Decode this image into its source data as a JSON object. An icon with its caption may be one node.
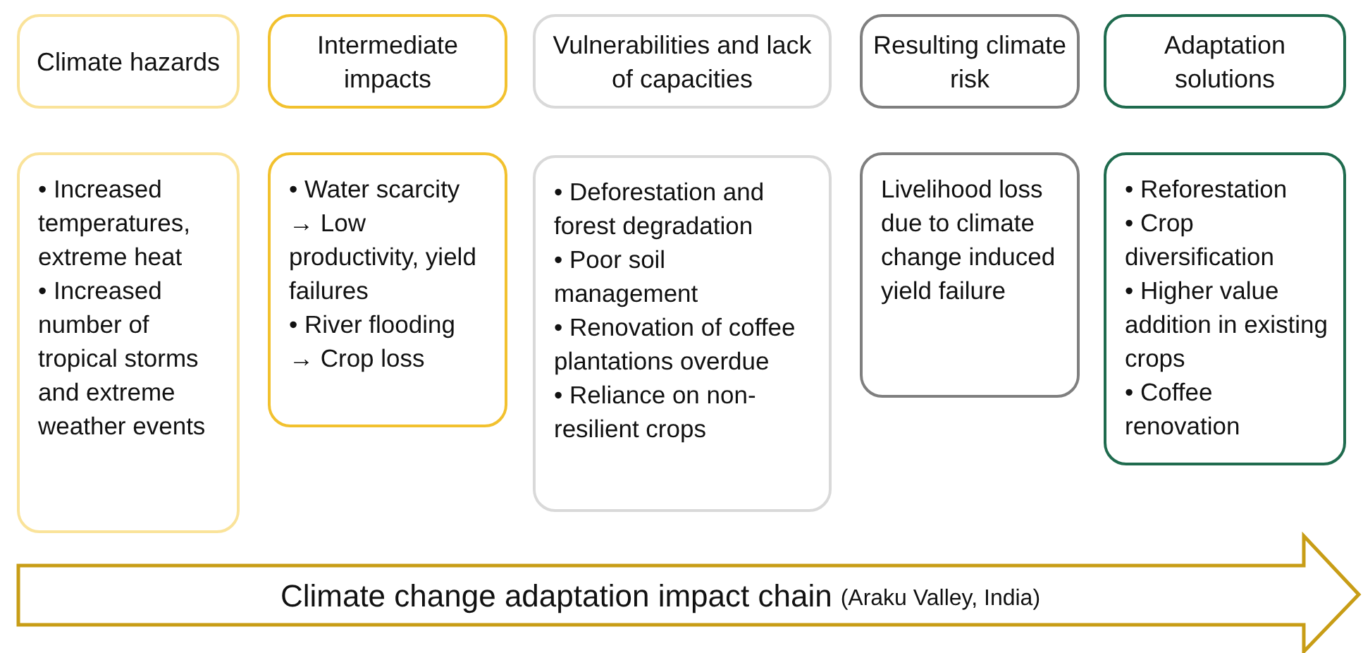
{
  "diagram": {
    "nodes": [
      {
        "text": [
          "Climate hazards"
        ]
      },
      {
        "text": [
          "Intermediate impacts"
        ]
      },
      {
        "text": [
          "Vulnerabilities and lack of capacities"
        ]
      },
      {
        "text": [
          "Resulting climate risk"
        ]
      },
      {
        "text": [
          "Adaptation solutions"
        ]
      },
      {
        "text": [
          "• Increased temperatures, extreme heat",
          "• Increased number of tropical storms and extreme weather events"
        ]
      },
      {
        "text": [
          "• Water scarcity",
          "→ Low productivity, yield failures",
          "• River flooding",
          "→ Crop loss"
        ]
      },
      {
        "text": [
          "• Deforestation and forest degradation",
          "• Poor soil management",
          "• Renovation of coffee plantations overdue",
          "• Reliance on non-resilient crops"
        ]
      },
      {
        "text": [
          "Livelihood loss due to climate change induced yield failure"
        ]
      },
      {
        "text": [
          "• Reforestation",
          "• Crop diversification",
          "• Higher value addition in existing crops",
          "• Coffee renovation"
        ]
      },
      {
        "text": [
          "Climate change adaptation impact chain",
          "(Araku Valley, India)"
        ]
      }
    ],
    "edges": []
  }
}
